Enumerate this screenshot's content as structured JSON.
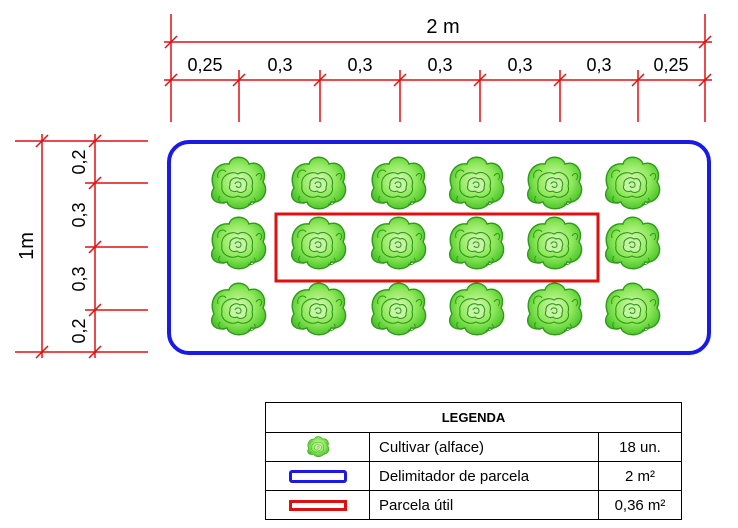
{
  "dimensions": {
    "total_width": "2 m",
    "column_widths": [
      "0,25",
      "0,3",
      "0,3",
      "0,3",
      "0,3",
      "0,3",
      "0,25"
    ],
    "total_height": "1m",
    "row_heights": [
      "0,2",
      "0,3",
      "0,3",
      "0,2"
    ]
  },
  "plants": {
    "rows": 3,
    "columns": 6,
    "useful_row": 2,
    "useful_columns": [
      2,
      3,
      4,
      5
    ]
  },
  "legend": {
    "title": "LEGENDA",
    "items": [
      {
        "symbol": "lettuce-icon",
        "label": "Cultivar (alface)",
        "value": "18 un."
      },
      {
        "symbol": "blue-rectangle",
        "label": "Delimitador de parcela",
        "value": "2 m²"
      },
      {
        "symbol": "red-rectangle",
        "label": "Parcela útil",
        "value": "0,36 m²"
      }
    ]
  },
  "colors": {
    "dimension_lines": "#e01010",
    "plot_border": "#1a1ae6",
    "useful_plot": "#e01010",
    "lettuce_fill": "#7be34a",
    "lettuce_stroke": "#2f9a18"
  }
}
